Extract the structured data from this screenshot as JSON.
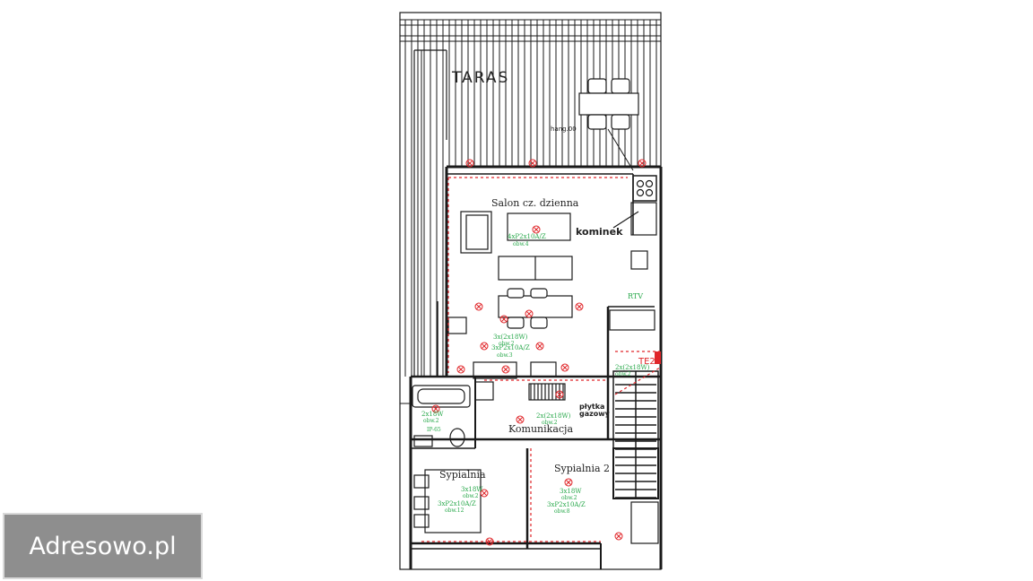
{
  "colors": {
    "line": "#1a1a1a",
    "electrical_red": "#e0262a",
    "circuit_green": "#27a84a",
    "watermark_bg": "#8e8e8e"
  },
  "icons": {
    "light_point": "light-point-icon",
    "socket": "socket-icon",
    "stove": "stove-icon",
    "fireplace": "fireplace-icon"
  },
  "watermark": {
    "text": "Adresowo.pl"
  },
  "rooms": {
    "taras": "TARAS",
    "salon": "Salon cz. dzienna",
    "kominek": "kominek",
    "komunikacja": "Komunikacja",
    "sypialnia": "Sypialnia",
    "sypialnia2": "Sypialnia 2",
    "plytka": "płytka",
    "gazowy": "gazowy",
    "rtv": "RTV",
    "te2": "TE2"
  },
  "circuits": {
    "salon_light": "4xP2x10A/Z",
    "salon_light_obw": "obw.4",
    "dining": "3x(2x18W)",
    "dining_obw": "obw.2",
    "kitchen_sockets": "3xP2x10A/Z",
    "kitchen_obw": "obw.3",
    "lamp_2x": "2x(2x18W)",
    "lamp_2x_obw": "obw.2",
    "syp1_light": "3x18W",
    "syp1_light_obw": "obw.2",
    "syp1_sockets": "3xP2x10A/Z",
    "syp1_sockets_obw": "obw.12",
    "syp2_light": "3x18W",
    "syp2_light_obw": "obw.2",
    "syp2_sockets": "3xP2x10A/Z",
    "syp2_sockets_obw": "obw.8",
    "bath_light": "2x18W",
    "bath_obw": "obw.2",
    "bath_ip": "IP-65",
    "hall_light": "2x(2x18W)",
    "hall_obw": "obw.2"
  }
}
